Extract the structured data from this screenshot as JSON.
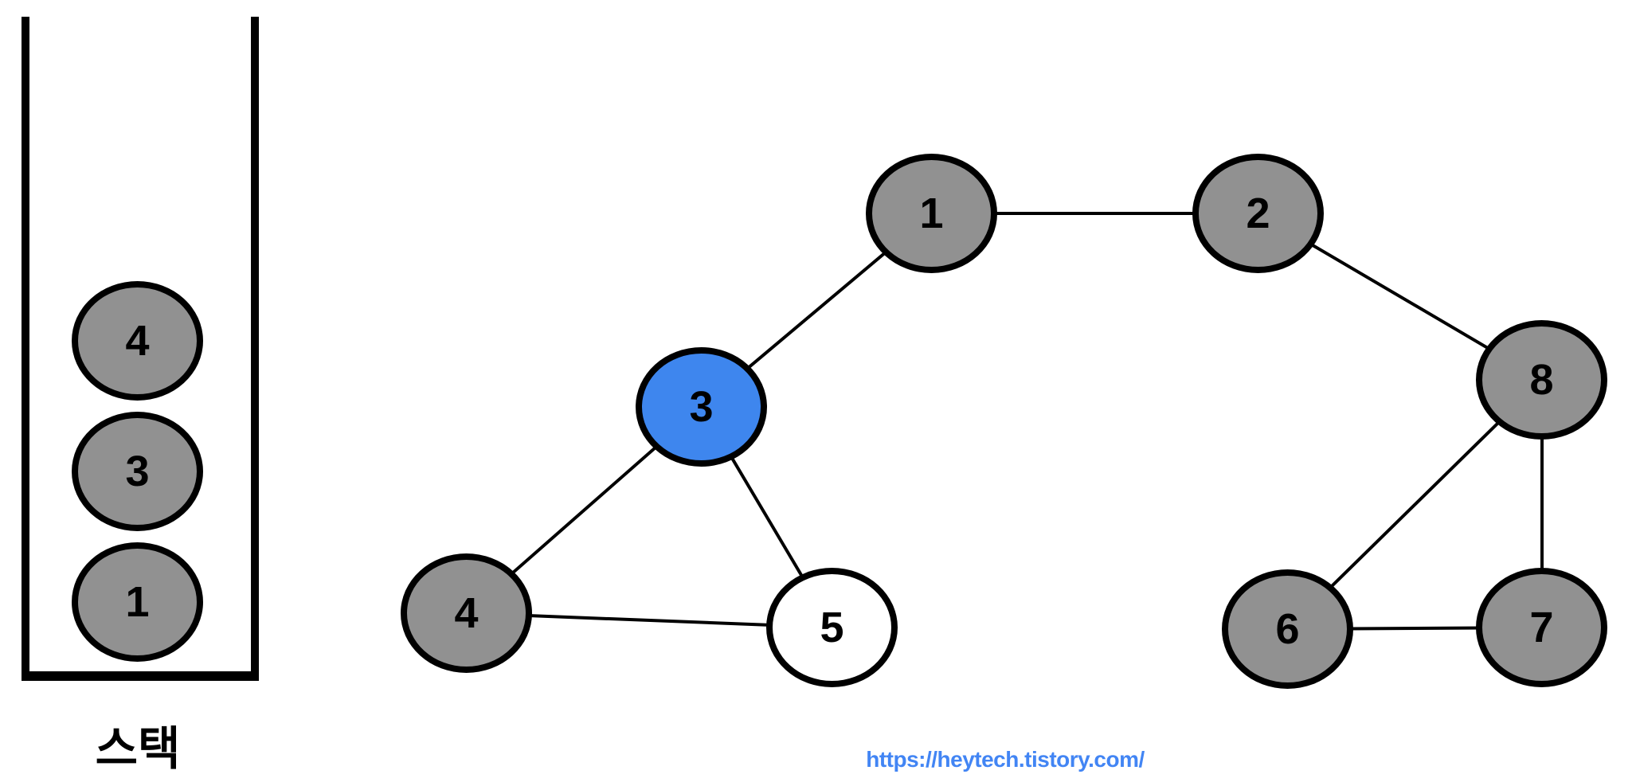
{
  "stack": {
    "label": "스택",
    "items": [
      {
        "label": "4"
      },
      {
        "label": "3"
      },
      {
        "label": "1"
      }
    ]
  },
  "graph": {
    "nodes": [
      {
        "id": "1",
        "label": "1",
        "state": "visited"
      },
      {
        "id": "2",
        "label": "2",
        "state": "visited"
      },
      {
        "id": "3",
        "label": "3",
        "state": "current"
      },
      {
        "id": "4",
        "label": "4",
        "state": "visited"
      },
      {
        "id": "5",
        "label": "5",
        "state": "unvisited"
      },
      {
        "id": "6",
        "label": "6",
        "state": "visited"
      },
      {
        "id": "7",
        "label": "7",
        "state": "visited"
      },
      {
        "id": "8",
        "label": "8",
        "state": "visited"
      }
    ],
    "edges": [
      [
        "1",
        "2"
      ],
      [
        "1",
        "3"
      ],
      [
        "3",
        "4"
      ],
      [
        "3",
        "5"
      ],
      [
        "4",
        "5"
      ],
      [
        "2",
        "8"
      ],
      [
        "8",
        "6"
      ],
      [
        "8",
        "7"
      ],
      [
        "6",
        "7"
      ]
    ]
  },
  "footer": {
    "url": "https://heytech.tistory.com/"
  },
  "colors": {
    "visited_fill": "#919191",
    "current_fill": "#3e86ee",
    "unvisited_fill": "#ffffff",
    "outline": "#000000",
    "url_blue": "#4285f4"
  }
}
